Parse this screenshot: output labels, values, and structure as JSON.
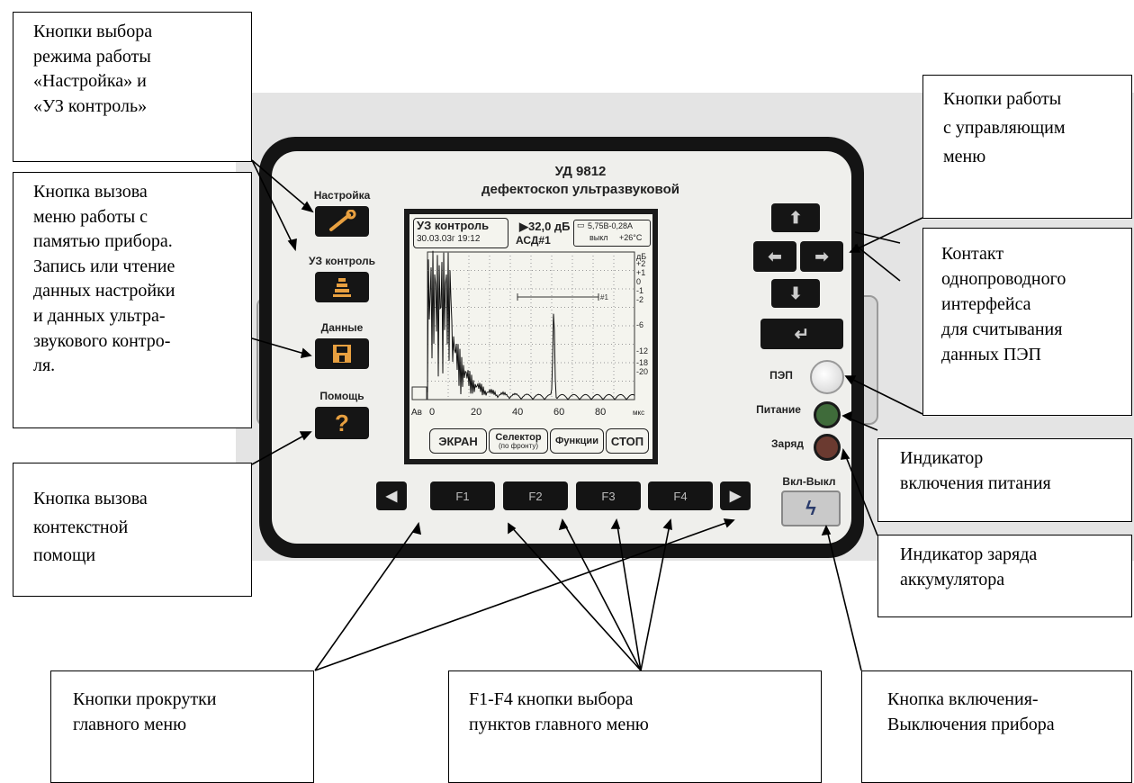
{
  "device": {
    "model": "УД 9812",
    "subtitle": "дефектоскоп ультразвуковой",
    "left_buttons": [
      {
        "label": "Настройка",
        "icon": "wrench-icon"
      },
      {
        "label": "УЗ контроль",
        "icon": "transducer-icon"
      },
      {
        "label": "Данные",
        "icon": "floppy-disk-icon"
      },
      {
        "label": "Помощь",
        "icon": "question-icon",
        "symbol": "?"
      }
    ],
    "fkeys": [
      "F1",
      "F2",
      "F3",
      "F4"
    ],
    "pep_label": "ПЭП",
    "power_label": "Питание",
    "charge_label": "Заряд",
    "onoff_label": "Вкл-Выкл",
    "led_colors": {
      "power": "#3f6b3a",
      "charge": "#6b3a30"
    }
  },
  "screen": {
    "mode": "УЗ контроль",
    "datetime": "30.03.03г 19:12",
    "gain": "▶32,0 дБ",
    "asd": "АСД#1",
    "battery": "5,75В-0,28А",
    "status": "выкл",
    "temperature": "+26°C",
    "strobe_label": "#1",
    "db_unit": "дБ",
    "db_ticks": [
      "+2",
      "+1",
      "0",
      "-1",
      "-2",
      "-6",
      "-12",
      "-18",
      "-20"
    ],
    "x_prefix": "Ав",
    "x_ticks": [
      "0",
      "20",
      "40",
      "60",
      "80"
    ],
    "x_unit": "мкс",
    "softkeys": [
      {
        "label": "ЭКРАН"
      },
      {
        "label": "Селектор",
        "sub": "(по фронту)"
      },
      {
        "label": "Функции"
      },
      {
        "label": "СТОП"
      }
    ]
  },
  "callouts": {
    "mode_buttons": [
      "Кнопки выбора",
      "режима работы",
      "«Настройка» и",
      "«УЗ контроль»"
    ],
    "memory_button": [
      "Кнопка вызова",
      "меню работы с",
      "памятью прибора.",
      "Запись или чтение",
      "данных настройки",
      "и данных ультра-",
      "звукового контро-",
      "ля."
    ],
    "help_button": [
      "Кнопка вызова",
      "контекстной",
      "помощи"
    ],
    "control_menu": [
      "Кнопки работы",
      "с управляющим",
      "меню"
    ],
    "contact": [
      "Контакт",
      "однопроводного",
      "интерфейса",
      "для считывания",
      "данных ПЭП"
    ],
    "power_indicator": [
      "Индикатор",
      "включения питания"
    ],
    "charge_indicator": [
      "Индикатор заряда",
      "аккумулятора"
    ],
    "scroll_buttons": [
      "Кнопки прокрутки",
      "главного меню"
    ],
    "fkeys_buttons": [
      "F1-F4 кнопки выбора",
      "пунктов главного меню"
    ],
    "onoff_button": [
      "Кнопка включения-",
      "Выключения прибора"
    ]
  }
}
